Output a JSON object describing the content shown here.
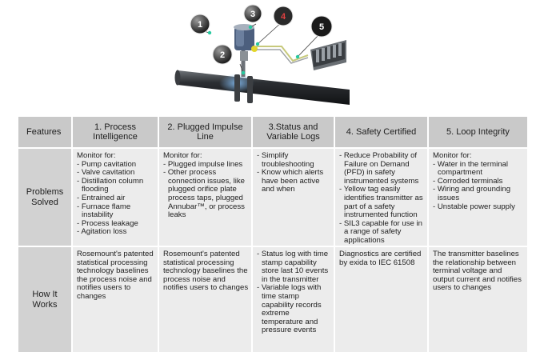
{
  "illustration": {
    "markers": [
      "1",
      "2",
      "3",
      "4",
      "5"
    ]
  },
  "table": {
    "headers": [
      "Features",
      "1. Process Intelligence",
      "2. Plugged Impulse Line",
      "3.Status and Variable Logs",
      "4. Safety Certified",
      "5. Loop Integrity"
    ],
    "rows": [
      {
        "label": "Problems Solved",
        "cells": [
          {
            "lead": "Monitor for:",
            "items": [
              "Pump cavitation",
              "Valve cavitation",
              "Distillation column flooding",
              "Entrained air",
              "Furnace flame instability",
              "Process leakage",
              "Agitation loss"
            ]
          },
          {
            "lead": "Monitor for:",
            "items": [
              "Plugged impulse lines",
              "Other process connection issues, like plugged orifice plate process taps, plugged Annubar™, or process leaks"
            ]
          },
          {
            "lead": "",
            "items": [
              "Simplify troubleshooting",
              "Know which alerts have been active and when"
            ]
          },
          {
            "lead": "",
            "items": [
              "Reduce Probability of Failure on Demand (PFD) in safety instrumented systems",
              "Yellow tag easily identifies transmitter as part of a safety instrumented function",
              "SIL3 capable for use in a range of safety applications"
            ]
          },
          {
            "lead": "Monitor for:",
            "items": [
              "Water in the terminal compartment",
              "Corroded terminals",
              "Wiring and grounding issues",
              "Unstable power supply"
            ]
          }
        ]
      },
      {
        "label": "How It Works",
        "cells": [
          {
            "text": "Rosemount's patented statistical processing technology baselines the process noise and notifies users to changes"
          },
          {
            "text": "Rosemount's patented statistical processing technology baselines the process noise and notifies users to changes"
          },
          {
            "items": [
              "Status log with time stamp capability store last 10 events in the transmitter",
              "Variable logs with time stamp capability records extreme temperature and pressure events"
            ]
          },
          {
            "text": "Diagnostics are certified by exida to IEC 61508"
          },
          {
            "text": "The transmitter baselines the relationship between terminal voltage and output current and notifies users to changes"
          }
        ]
      }
    ]
  }
}
